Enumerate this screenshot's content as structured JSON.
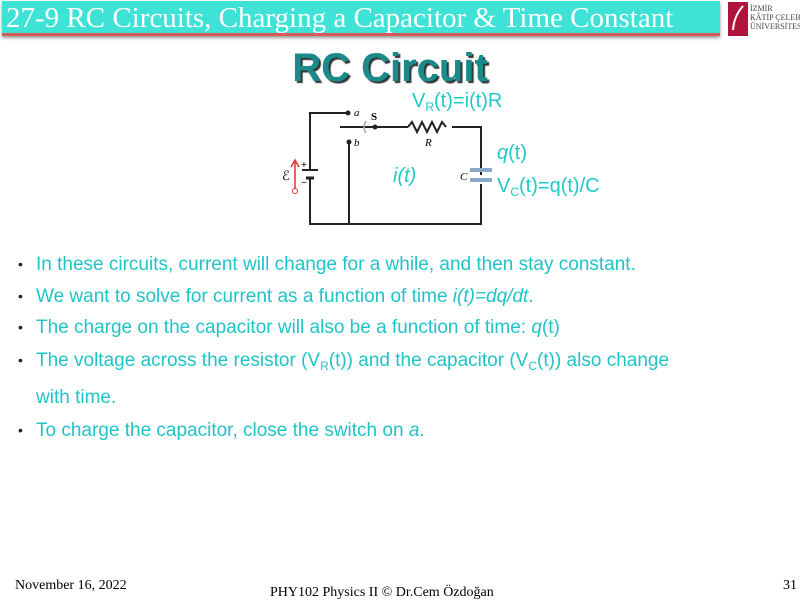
{
  "header": {
    "title": "27-9 RC Circuits, Charging a Capacitor & Time Constant",
    "logo_text": "İZMİR KÂTİP ÇELEBİ ÜNİVERSİTESİ"
  },
  "slide_title": "RC Circuit",
  "diagram": {
    "label_a": "a",
    "label_b": "b",
    "label_s": "S",
    "label_r": "R",
    "label_c": "C",
    "label_emf": "ℰ",
    "vr_pre": "V",
    "vr_sub": "R",
    "vr_post": "(t)=i(t)R",
    "q_italic": "q",
    "q_post": "(t)",
    "current": "i(t)",
    "vc_pre": "V",
    "vc_sub": "C",
    "vc_post": "(t)=q(t)/C"
  },
  "bullets": {
    "b1": "In these circuits, current will change for a while, and then stay constant.",
    "b2_pre": "We want to solve for current as a function of time ",
    "b2_em": "i(t)=dq/dt",
    "b3_pre": "The charge on the capacitor will also be a function of time: ",
    "b3_em": "q",
    "b3_post": "(t)",
    "b4_a": "The voltage across the resistor (V",
    "b4_sub1": "R",
    "b4_b": "(t)) and the capacitor (V",
    "b4_sub2": "C",
    "b4_c": "(t)) also change",
    "b4_line2": "with time.",
    "b5_pre": "To charge the capacitor, close the switch on ",
    "b5_em": "a"
  },
  "footer": {
    "date": "November 16, 2022",
    "course": "PHY102 Physics II © Dr.Cem Özdoğan",
    "page": "31"
  }
}
